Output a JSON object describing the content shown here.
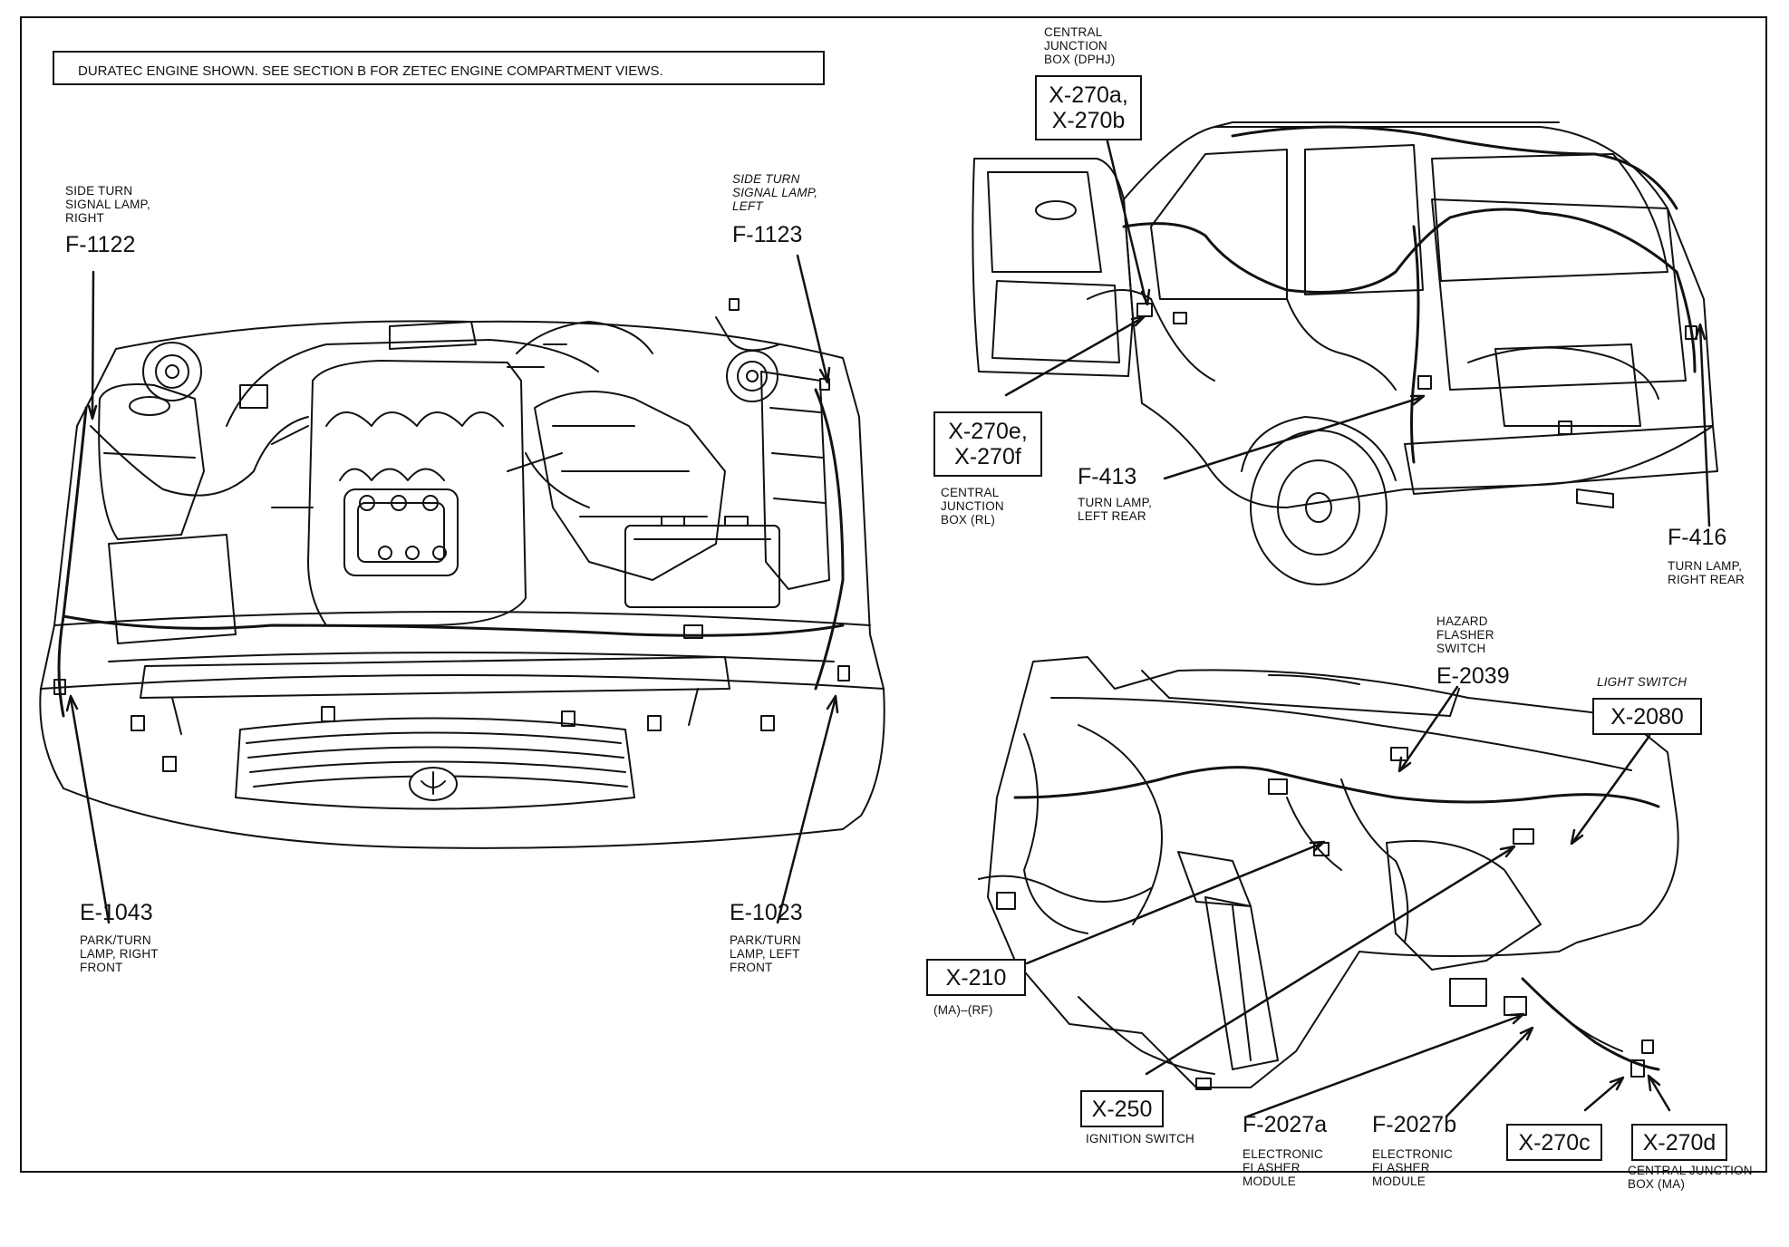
{
  "header_note": "DURATEC ENGINE SHOWN. SEE SECTION B FOR ZETEC ENGINE COMPARTMENT VIEWS.",
  "labels": {
    "f1122_desc": "SIDE TURN\nSIGNAL LAMP,\nRIGHT",
    "f1122_code": "F-1122",
    "f1123_desc": "SIDE TURN\nSIGNAL LAMP,\nLEFT",
    "f1123_code": "F-1123",
    "e1043_code": "E-1043",
    "e1043_desc": "PARK/TURN\nLAMP, RIGHT\nFRONT",
    "e1023_code": "E-1023",
    "e1023_desc": "PARK/TURN\nLAMP, LEFT\nFRONT",
    "cjb_dphj_desc": "CENTRAL\nJUNCTION\nBOX (DPHJ)",
    "x270ab_code": "X-270a,\nX-270b",
    "x270ef_code": "X-270e,\nX-270f",
    "cjb_rl_desc": "CENTRAL\nJUNCTION\nBOX (RL)",
    "f413_code": "F-413",
    "f413_desc": "TURN LAMP,\nLEFT REAR",
    "f416_code": "F-416",
    "f416_desc": "TURN LAMP,\nRIGHT REAR",
    "e2039_desc": "HAZARD\nFLASHER\nSWITCH",
    "e2039_code": "E-2039",
    "light_switch_desc": "LIGHT SWITCH",
    "x2080_code": "X-2080",
    "x210_code": "X-210",
    "x210_desc": "(MA)–(RF)",
    "x250_code": "X-250",
    "x250_desc": "IGNITION SWITCH",
    "f2027a_code": "F-2027a",
    "f2027a_desc": "ELECTRONIC\nFLASHER\nMODULE",
    "f2027b_code": "F-2027b",
    "f2027b_desc": "ELECTRONIC\nFLASHER\nMODULE",
    "x270c_code": "X-270c",
    "x270d_code": "X-270d",
    "cjb_ma_desc": "CENTRAL JUNCTION\nBOX (MA)"
  }
}
